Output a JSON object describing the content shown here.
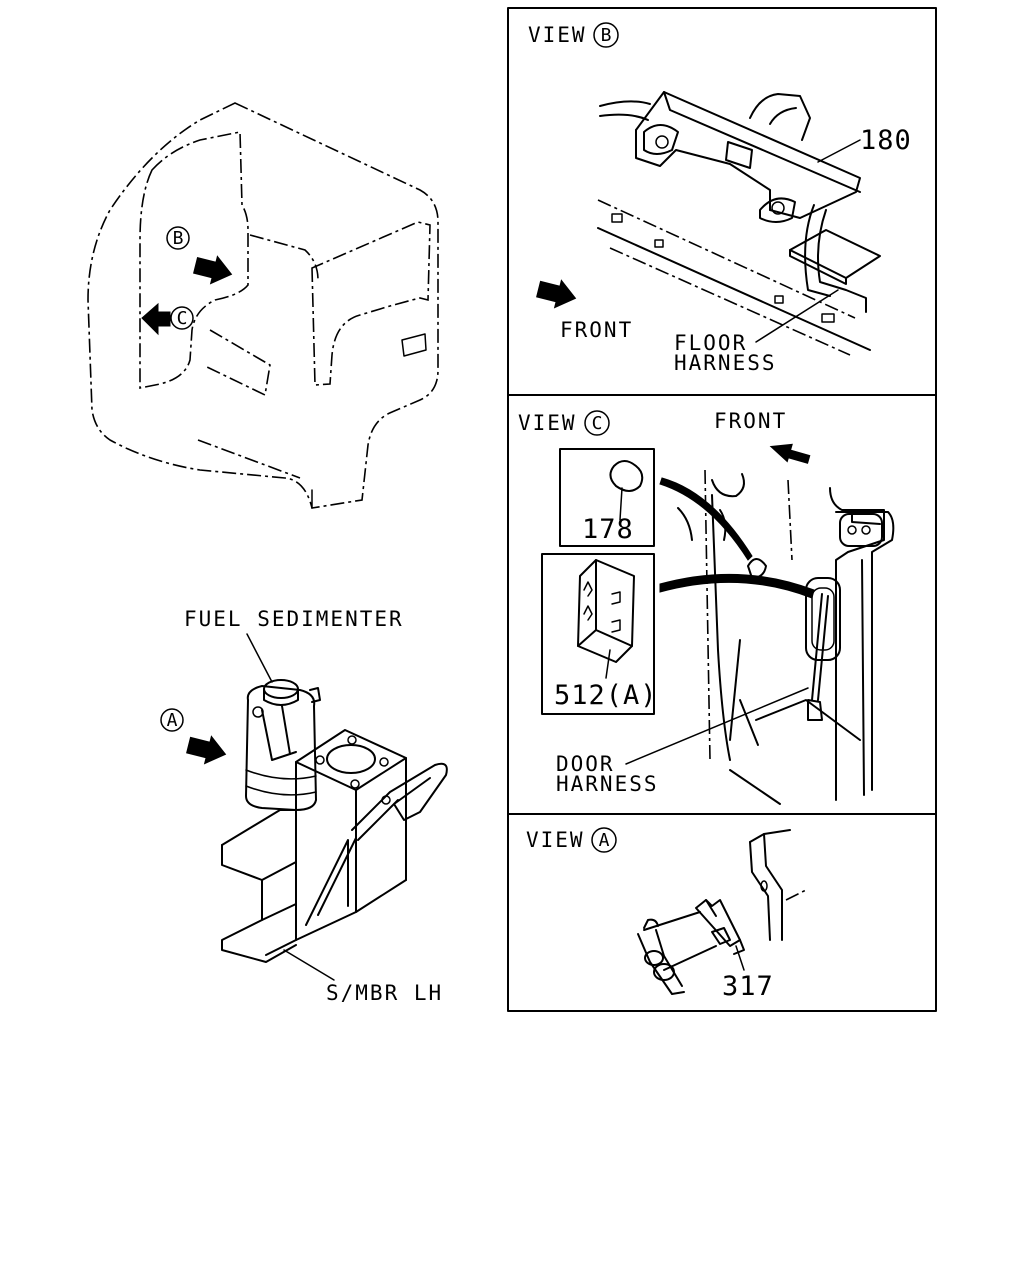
{
  "cab_view": {
    "marker_b": "B",
    "marker_c": "C"
  },
  "sedimenter_view": {
    "marker_a": "A",
    "label_fuel_sedimenter": "FUEL SEDIMENTER",
    "label_smbr": "S/MBR LH"
  },
  "view_b": {
    "view_word": "VIEW",
    "view_letter": "B",
    "part_number": "180",
    "front_label": "FRONT",
    "harness_label_line1": "FLOOR",
    "harness_label_line2": "HARNESS"
  },
  "view_c": {
    "view_word": "VIEW",
    "view_letter": "C",
    "front_label": "FRONT",
    "part_number_clip": "178",
    "part_number_clamp": "512(A)",
    "harness_label_line1": "DOOR",
    "harness_label_line2": "HARNESS"
  },
  "view_a": {
    "view_word": "VIEW",
    "view_letter": "A",
    "part_number": "317"
  }
}
